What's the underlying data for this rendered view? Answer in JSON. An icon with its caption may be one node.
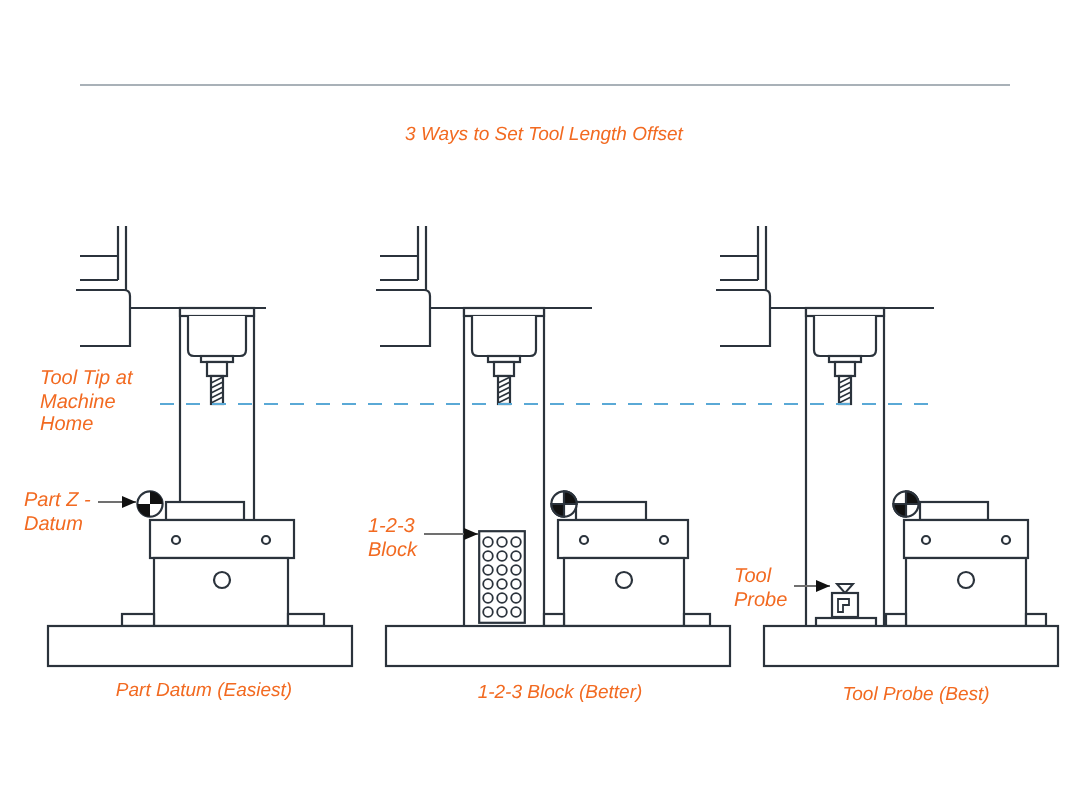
{
  "diagram": {
    "title": "3 Ways to Set Tool Length Offset",
    "nodes": [
      {
        "text": [
          "Part Z - Datum"
        ]
      },
      {
        "text": [],
        "shape": "circle"
      },
      {
        "text": [
          "1-2-3 Block"
        ]
      },
      {
        "text": [],
        "shape": "box"
      },
      {
        "text": [
          "Tool Probe"
        ]
      },
      {
        "text": [],
        "shape": "picture"
      }
    ],
    "edges": [
      {
        "from": 0,
        "to": 1,
        "arrow": "to"
      },
      {
        "from": 2,
        "to": 3,
        "arrow": "to"
      },
      {
        "from": 4,
        "to": 5,
        "arrow": "to"
      }
    ],
    "labels": [
      "Tool Tip at Machine Home",
      "Part Datum (Easiest)",
      "1-2-3 Block (Better)",
      "Tool Probe (Best)"
    ]
  }
}
